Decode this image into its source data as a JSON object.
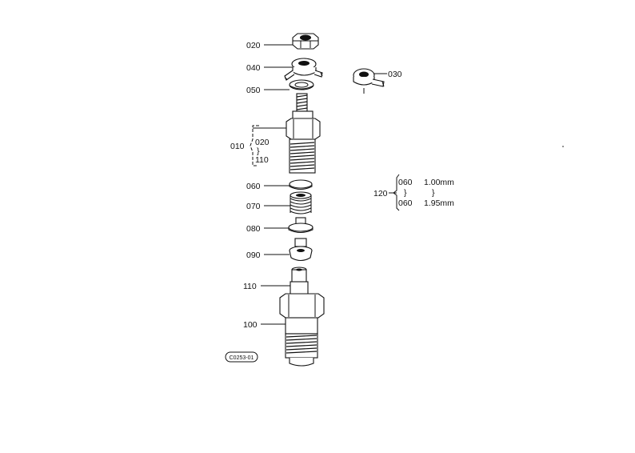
{
  "callouts": {
    "c020_top": "020",
    "c040": "040",
    "c050": "050",
    "c030": "030",
    "c010": "010",
    "c020_group": "020",
    "c020_tilde": "}",
    "c110_group": "110",
    "c060": "060",
    "c070": "070",
    "c080": "080",
    "c090": "090",
    "c110": "110",
    "c100": "100"
  },
  "shim_table": {
    "group_label": "120",
    "rows": [
      {
        "part": "060",
        "size": "1.00mm"
      },
      {
        "part": "060",
        "size": "1.95mm"
      }
    ],
    "part_tilde": "}",
    "size_tilde": "}"
  },
  "drawing_code": "C0253-01"
}
